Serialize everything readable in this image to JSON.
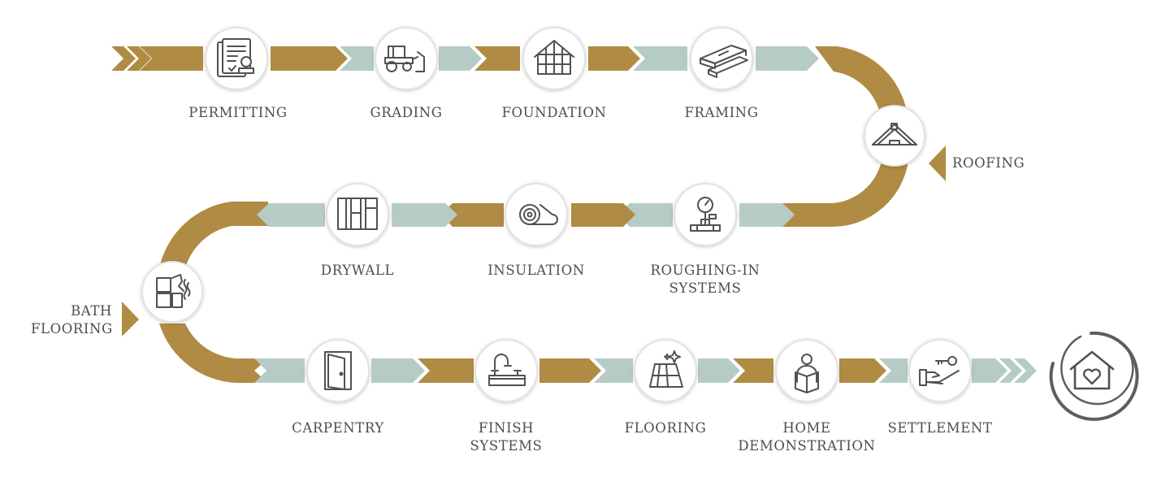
{
  "colors": {
    "gold": "#B08B43",
    "sage": "#B7CBC5",
    "icon_stroke": "#4d5252",
    "label_text": "#4a4f4f",
    "circle_ring": "#e2e2e2"
  },
  "steps": [
    {
      "icon": "permit-document-icon",
      "label": "PERMITTING"
    },
    {
      "icon": "bulldozer-icon",
      "label": "GRADING"
    },
    {
      "icon": "house-frame-icon",
      "label": "FOUNDATION"
    },
    {
      "icon": "lumber-boards-icon",
      "label": "FRAMING"
    },
    {
      "icon": "roof-icon",
      "label": "ROOFING"
    },
    {
      "icon": "pressure-gauge-icon",
      "label": "ROUGHING-IN SYSTEMS"
    },
    {
      "icon": "insulation-roll-icon",
      "label": "INSULATION"
    },
    {
      "icon": "drywall-panels-icon",
      "label": "DRYWALL"
    },
    {
      "icon": "bath-tile-icon",
      "label": "BATH FLOORING"
    },
    {
      "icon": "door-icon",
      "label": "CARPENTRY"
    },
    {
      "icon": "faucet-sink-icon",
      "label": "FINISH SYSTEMS"
    },
    {
      "icon": "floor-tiles-sparkle-icon",
      "label": "FLOORING"
    },
    {
      "icon": "person-reading-icon",
      "label": "HOME DEMONSTRATION"
    },
    {
      "icon": "hand-key-icon",
      "label": "SETTLEMENT"
    }
  ],
  "final": {
    "icon": "home-heart-icon"
  }
}
